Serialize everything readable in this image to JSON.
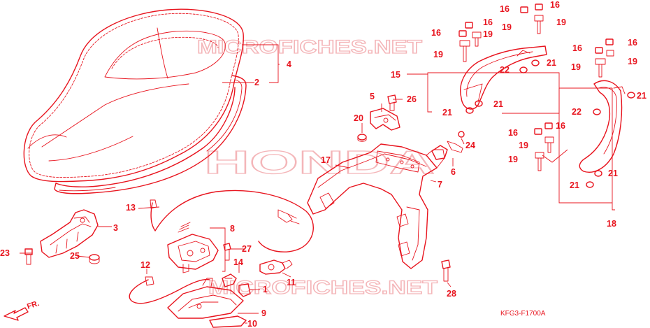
{
  "watermarks": {
    "top": "MICROFICHES.NET",
    "center": "HONDA",
    "bottom": "MICROFICHES.NET"
  },
  "diagram_code": "KFG3-F1700A",
  "front_indicator": "FR.",
  "callouts": [
    {
      "id": "c1",
      "label": "1"
    },
    {
      "id": "c2",
      "label": "2"
    },
    {
      "id": "c3",
      "label": "3"
    },
    {
      "id": "c4",
      "label": "4"
    },
    {
      "id": "c5",
      "label": "5"
    },
    {
      "id": "c6",
      "label": "6"
    },
    {
      "id": "c7",
      "label": "7"
    },
    {
      "id": "c8",
      "label": "8"
    },
    {
      "id": "c9",
      "label": "9"
    },
    {
      "id": "c10",
      "label": "10"
    },
    {
      "id": "c11",
      "label": "11"
    },
    {
      "id": "c12",
      "label": "12"
    },
    {
      "id": "c13",
      "label": "13"
    },
    {
      "id": "c14",
      "label": "14"
    },
    {
      "id": "c15",
      "label": "15"
    },
    {
      "id": "c16a",
      "label": "16"
    },
    {
      "id": "c16b",
      "label": "16"
    },
    {
      "id": "c16c",
      "label": "16"
    },
    {
      "id": "c16d",
      "label": "16"
    },
    {
      "id": "c16e",
      "label": "16"
    },
    {
      "id": "c16f",
      "label": "16"
    },
    {
      "id": "c16g",
      "label": "16"
    },
    {
      "id": "c16h",
      "label": "16"
    },
    {
      "id": "c17",
      "label": "17"
    },
    {
      "id": "c18",
      "label": "18"
    },
    {
      "id": "c19a",
      "label": "19"
    },
    {
      "id": "c19b",
      "label": "19"
    },
    {
      "id": "c19c",
      "label": "19"
    },
    {
      "id": "c19d",
      "label": "19"
    },
    {
      "id": "c19e",
      "label": "19"
    },
    {
      "id": "c19f",
      "label": "19"
    },
    {
      "id": "c19g",
      "label": "19"
    },
    {
      "id": "c19h",
      "label": "19"
    },
    {
      "id": "c20",
      "label": "20"
    },
    {
      "id": "c21a",
      "label": "21"
    },
    {
      "id": "c21b",
      "label": "21"
    },
    {
      "id": "c21c",
      "label": "21"
    },
    {
      "id": "c21d",
      "label": "21"
    },
    {
      "id": "c21e",
      "label": "21"
    },
    {
      "id": "c21f",
      "label": "21"
    },
    {
      "id": "c22a",
      "label": "22"
    },
    {
      "id": "c22b",
      "label": "22"
    },
    {
      "id": "c23",
      "label": "23"
    },
    {
      "id": "c24",
      "label": "24"
    },
    {
      "id": "c25",
      "label": "25"
    },
    {
      "id": "c26",
      "label": "26"
    },
    {
      "id": "c27",
      "label": "27"
    },
    {
      "id": "c28",
      "label": "28"
    }
  ]
}
